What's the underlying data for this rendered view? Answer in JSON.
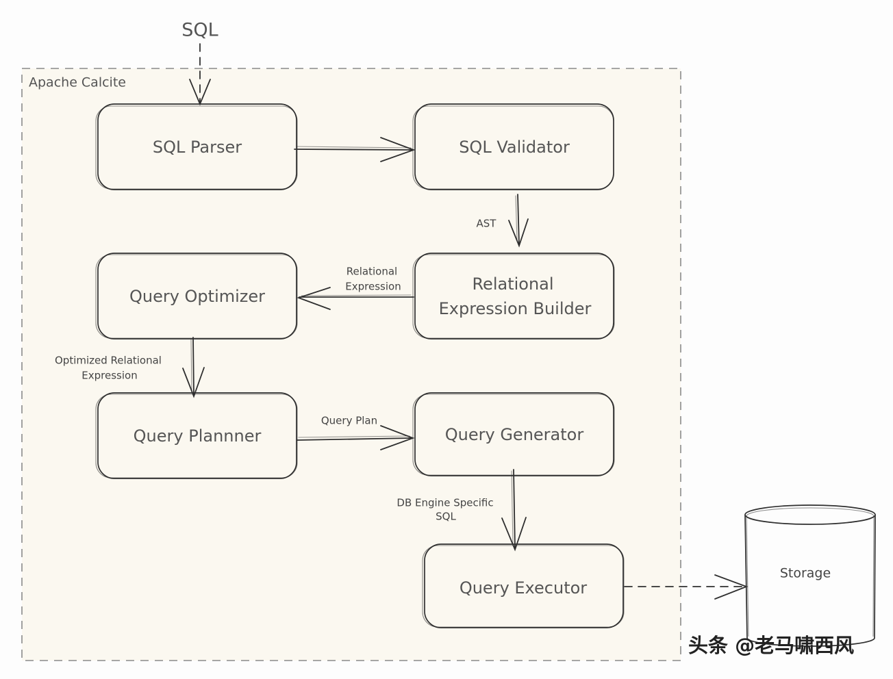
{
  "input_label": "SQL",
  "container_label": "Apache Calcite",
  "nodes": {
    "sql_parser": "SQL Parser",
    "sql_validator": "SQL Validator",
    "relational_expression_builder": [
      "Relational",
      "Expression Builder"
    ],
    "query_optimizer": "Query Optimizer",
    "query_plannner": "Query Plannner",
    "query_generator": "Query Generator",
    "query_executor": "Query Executor",
    "storage": "Storage"
  },
  "edges": [
    {
      "from": "SQL",
      "to": "SQL Parser",
      "style": "dashed",
      "label": []
    },
    {
      "from": "SQL Parser",
      "to": "SQL Validator",
      "style": "solid",
      "label": []
    },
    {
      "from": "SQL Validator",
      "to": "Relational Expression Builder",
      "style": "solid",
      "label": [
        "AST"
      ]
    },
    {
      "from": "Relational Expression Builder",
      "to": "Query Optimizer",
      "style": "solid",
      "label": [
        "Relational",
        "Expression"
      ]
    },
    {
      "from": "Query Optimizer",
      "to": "Query Plannner",
      "style": "solid",
      "label": [
        "Optimized Relational",
        "Expression"
      ]
    },
    {
      "from": "Query Plannner",
      "to": "Query Generator",
      "style": "solid",
      "label": [
        "Query Plan"
      ]
    },
    {
      "from": "Query Generator",
      "to": "Query Executor",
      "style": "solid",
      "label": [
        "DB Engine Specific",
        "SQL"
      ]
    },
    {
      "from": "Query Executor",
      "to": "Storage",
      "style": "dashed",
      "label": []
    }
  ],
  "watermark": "头条 @老马啸西风",
  "colors": {
    "background": "#fdfdfd",
    "container_fill": "#fbf8f0",
    "container_stroke": "#8a8a8a",
    "stroke": "#2f2f2f",
    "text": "#555555"
  }
}
